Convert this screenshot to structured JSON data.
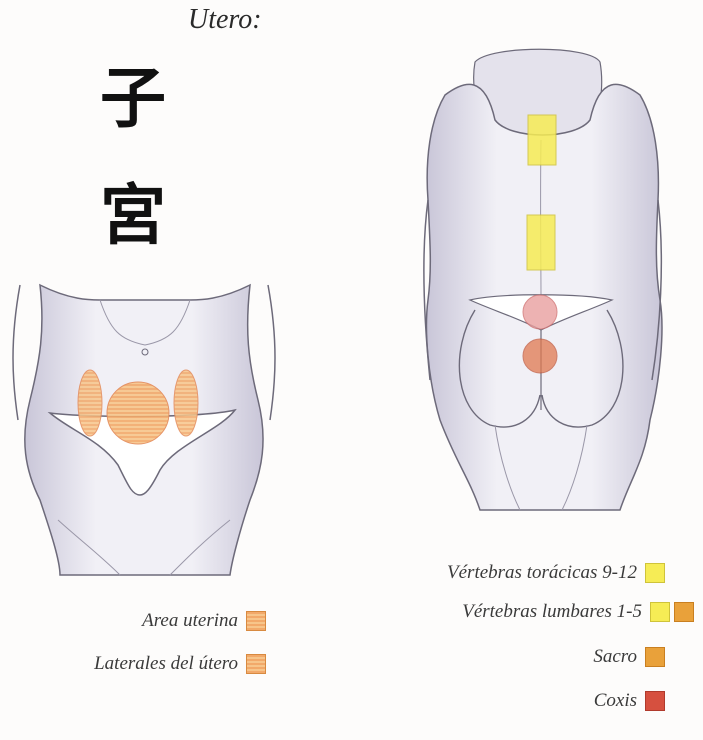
{
  "title": "Utero:",
  "kanji": [
    "子",
    "宮"
  ],
  "legend_front": [
    {
      "label": "Area uterina",
      "swatches": [
        "striped-orange"
      ]
    },
    {
      "label": "Laterales del útero",
      "swatches": [
        "striped-orange"
      ]
    }
  ],
  "legend_back": [
    {
      "label": "Vértebras torácicas 9-12",
      "swatches": [
        "yellow"
      ]
    },
    {
      "label": "Vértebras lumbares 1-5",
      "swatches": [
        "yellow",
        "orange"
      ]
    },
    {
      "label": "Sacro",
      "swatches": [
        "orange"
      ]
    },
    {
      "label": "Coxis",
      "swatches": [
        "red"
      ]
    }
  ],
  "colors": {
    "yellow": "#f6ec55",
    "orange": "#e9a13a",
    "red": "#d6503f",
    "striped_orange": "#f2a96a",
    "body_fill": "#eceaf3",
    "body_stroke": "#6d6a7a"
  }
}
